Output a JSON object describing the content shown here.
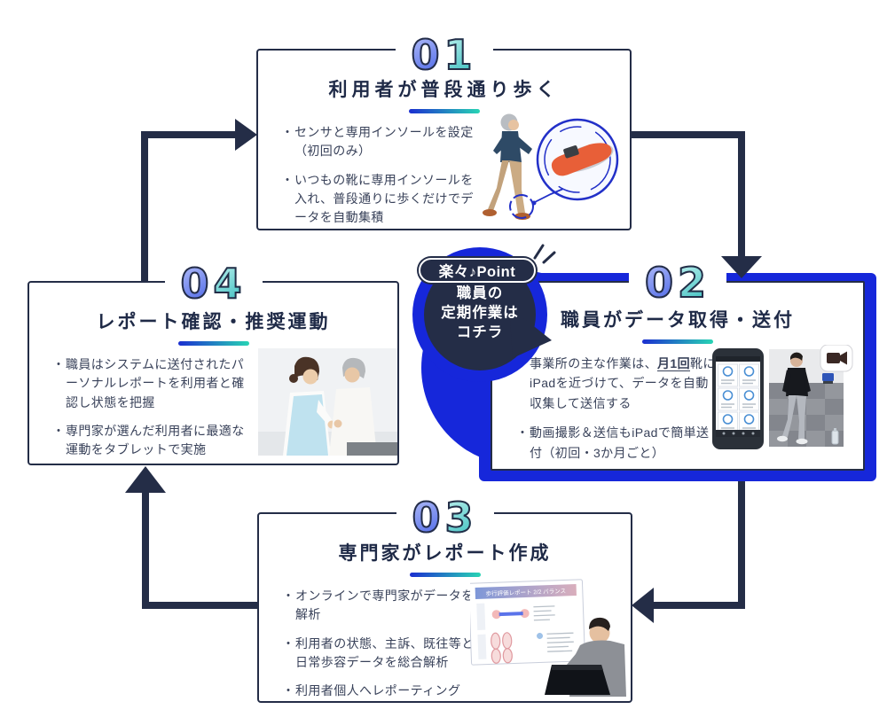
{
  "colors": {
    "navy": "#242d47",
    "highlight_blue": "#1627da",
    "underline_gradient_start": "#1b2fd0",
    "underline_gradient_end": "#28d4b4",
    "digit_blue": "#5a73ea",
    "digit_teal": "#4fc6c7",
    "insole_orange": "#e85f38"
  },
  "ui": {
    "bullet": "・"
  },
  "callout": {
    "badge": "楽々♪Point",
    "lines": [
      "職員の",
      "定期作業は",
      "コチラ"
    ]
  },
  "steps": [
    {
      "digits": [
        "0",
        "1"
      ],
      "title": "利用者が普段通り歩く",
      "bullets": [
        {
          "text": "センサと専用インソールを設定（初回のみ）"
        },
        {
          "text": "いつもの靴に専用インソールを入れ、普段通りに歩くだけでデータを自動集積"
        }
      ]
    },
    {
      "digits": [
        "0",
        "2"
      ],
      "title": "職員がデータ取得・送付",
      "bullets": [
        {
          "pre": "事業所の主な作業は、",
          "em": "月1回",
          "post": "靴にiPadを近づけて、データを自動収集して送信する"
        },
        {
          "text": "動画撮影＆送信もiPadで簡単送付（初回・3か月ごと）"
        }
      ]
    },
    {
      "digits": [
        "0",
        "3"
      ],
      "title": "専門家がレポート作成",
      "bullets": [
        {
          "text": "オンラインで専門家がデータを解析"
        },
        {
          "text": "利用者の状態、主訴、既往等と日常歩容データを総合解析"
        },
        {
          "text": "利用者個人へレポーティング"
        }
      ]
    },
    {
      "digits": [
        "0",
        "4"
      ],
      "title": "レポート確認・推奨運動",
      "bullets": [
        {
          "text": "職員はシステムに送付されたパーソナルレポートを利用者と確認し状態を把握"
        },
        {
          "text": "専門家が選んだ利用者に最適な運動をタブレットで実施"
        }
      ]
    }
  ],
  "report_preview": {
    "title": "歩行評価レポート 2/2 バランス"
  }
}
